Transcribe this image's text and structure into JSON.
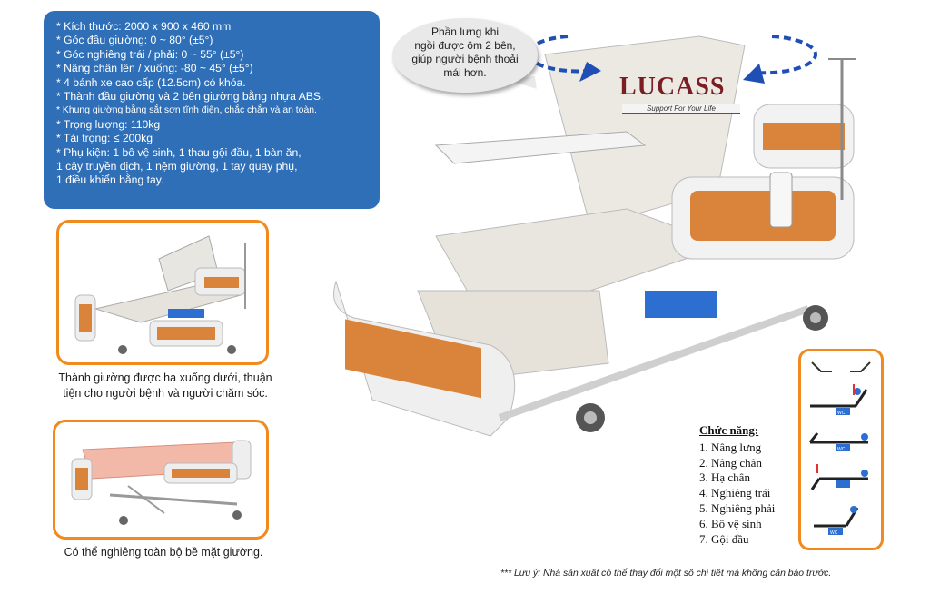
{
  "specs": [
    "* Kích thước: 2000 x 900 x 460 mm",
    "* Góc đầu giường: 0 ~ 80° (±5°)",
    "* Góc nghiêng trái / phải: 0 ~ 55° (±5°)",
    "* Nâng chân lên / xuống: -80 ~ 45° (±5°)",
    "* 4 bánh xe cao cấp (12.5cm) có khóa.",
    "* Thành đầu giường và 2 bên giường bằng nhựa ABS.",
    "* Khung giường bằng sắt sơn tĩnh điện, chắc chắn và an toàn.",
    "* Trọng lượng: 110kg",
    "* Tải trọng: ≤ 200kg",
    "* Phụ kiện: 1 bô vệ sinh, 1 thau gội đầu, 1 bàn ăn,",
    "1 cây truyền dịch, 1 nệm giường, 1 tay quay phụ,",
    "1 điều khiển bằng tay."
  ],
  "bubble": {
    "line1": "Phần lưng khi",
    "line2": "ngồi được ôm 2 bên,",
    "line3": "giúp người bệnh thoải",
    "line4": "mái hơn."
  },
  "logo": {
    "brand": "LUCASS",
    "tagline": "Support For Your Life"
  },
  "captions": {
    "lowered_line1": "Thành giường được hạ xuống dưới, thuận",
    "lowered_line2": "tiện cho người bệnh và người chăm sóc.",
    "tilt": "Có thể nghiêng toàn bộ bề mặt giường."
  },
  "functions": {
    "title": "Chức năng:",
    "items": [
      "1. Nâng lưng",
      "2. Nâng chân",
      "3. Hạ chân",
      "4. Nghiêng trái",
      "5. Nghiêng phải",
      "6. Bô vệ sinh",
      "7. Gội đầu"
    ],
    "icon_label": "WC"
  },
  "note": "*** Lưu ý: Nhà sản xuất có thể thay đổi một số chi tiết mà không cần báo trước.",
  "colors": {
    "spec_box": "#2f6fb8",
    "frame_orange": "#f08a1e",
    "panel_wood": "#d9843a",
    "arrow_blue": "#1f4fb5",
    "logo_red": "#7b1e24"
  }
}
